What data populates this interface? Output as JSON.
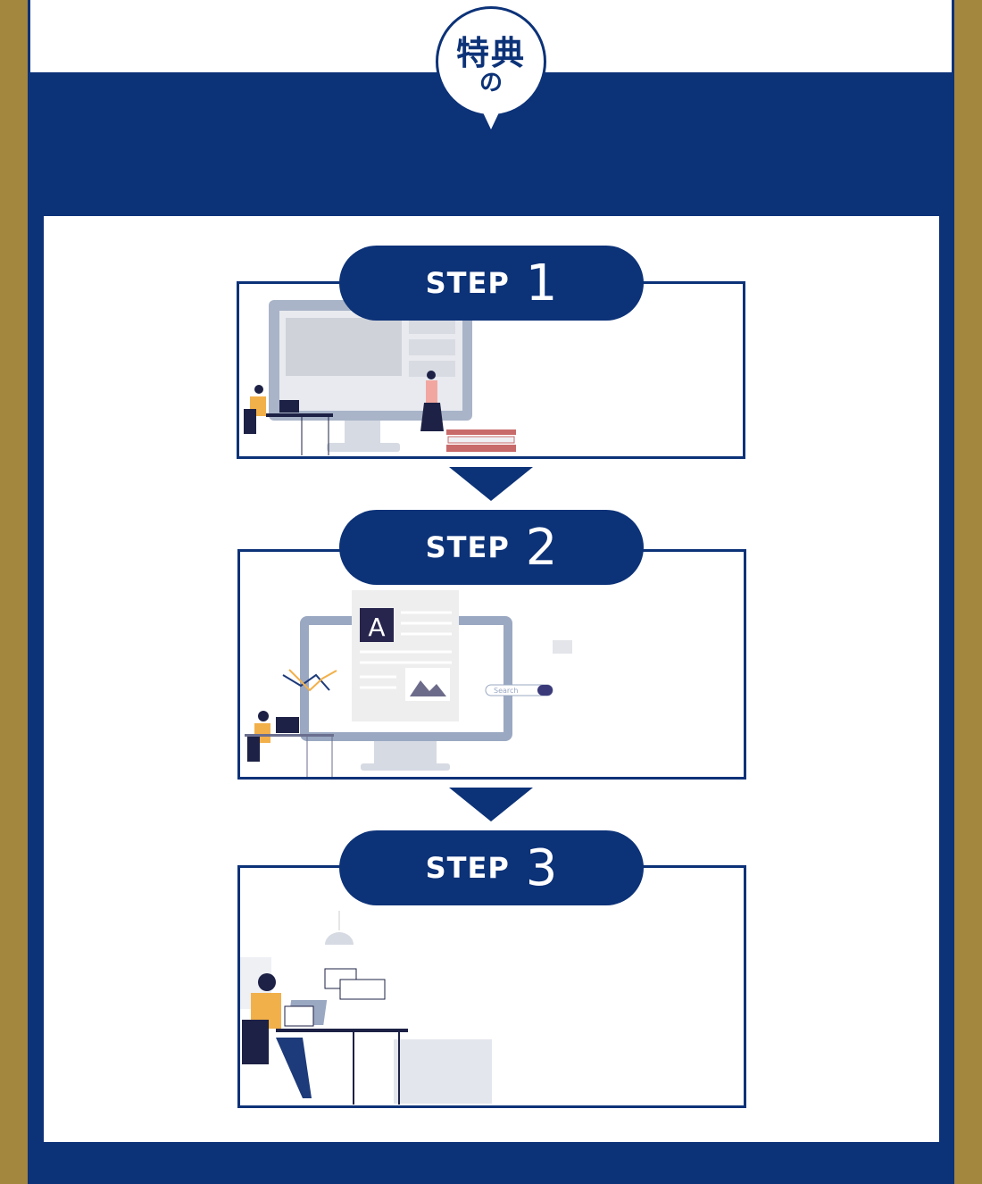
{
  "header": {
    "badge_line1": "特典",
    "badge_line2": "の"
  },
  "steps": [
    {
      "word": "STEP",
      "number": "1"
    },
    {
      "word": "STEP",
      "number": "2",
      "search_placeholder": "Search",
      "doc_letter": "A"
    },
    {
      "word": "STEP",
      "number": "3"
    }
  ],
  "colors": {
    "navy": "#0c3278",
    "gold": "#a3873f"
  }
}
